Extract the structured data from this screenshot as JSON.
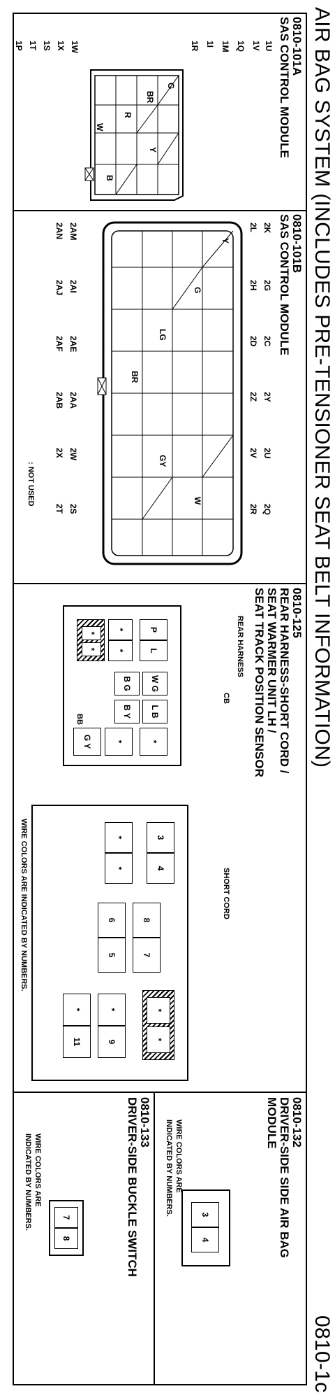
{
  "title": "AIR BAG SYSTEM (INCLUDES PRE-TENSIONER SEAT BELT INFORMATION)",
  "page_code": "0810-1c",
  "sections": {
    "a": {
      "code": "0810-101A",
      "title": "SAS CONTROL MODULE",
      "labels_top": [
        "1U",
        "1V",
        "1Q",
        "1M",
        "1I",
        "1R"
      ],
      "labels_bottom": [
        "1W",
        "1X",
        "1S",
        "1T",
        "1P"
      ],
      "cells": [
        "G",
        "BR",
        "R",
        "Y",
        "B",
        "W"
      ]
    },
    "b": {
      "code": "0810-101B",
      "title": "SAS CONTROL MODULE",
      "row1": [
        "2K",
        "2L",
        "2G",
        "2H",
        "2C",
        "2D",
        "2Y",
        "2Z",
        "2U",
        "2V",
        "2Q",
        "2R"
      ],
      "row2": [
        "2AM",
        "2AN",
        "2AI",
        "2AJ",
        "2AE",
        "2AF",
        "2AA",
        "2AB",
        "2W",
        "2X",
        "2S",
        "2T"
      ],
      "cells": [
        "Y",
        "G",
        "LG",
        "BR",
        "GY",
        "W"
      ],
      "not_used": ": NOT USED"
    },
    "c": {
      "code": "0810-125",
      "title_lines": [
        "REAR HARNESS-SHORT CORD /",
        "SEAT WARMER UNIT LH /",
        "SEAT TRACK POSITION SENSOR"
      ],
      "rear_harness": "REAR HARNESS",
      "cb": "CB",
      "bb": "BB",
      "short_cord": "SHORT CORD",
      "wire_note": "WIRE COLORS ARE INDICATED BY NUMBERS.",
      "star": "*",
      "p": "P",
      "l": "L",
      "wg": "W G",
      "bg": "B G",
      "lb": "L B",
      "by": "B Y",
      "gy": "G Y",
      "n3": "3",
      "n4": "4",
      "n5": "5",
      "n6": "6",
      "n7": "7",
      "n8": "8",
      "n9": "9",
      "n11": "11"
    },
    "d": {
      "code": "0810-132",
      "title_lines": [
        "DRIVER-SIDE SIDE AIR BAG",
        "MODULE"
      ],
      "wire_note": [
        "WIRE COLORS ARE",
        "INDICATED BY NUMBERS."
      ],
      "n3": "3",
      "n4": "4"
    },
    "e": {
      "code": "0810-133",
      "title": "DRIVER-SIDE BUCKLE SWITCH",
      "wire_note": [
        "WIRE COLORS ARE",
        "INDICATED BY NUMBERS."
      ],
      "n7": "7",
      "n8": "8"
    }
  }
}
